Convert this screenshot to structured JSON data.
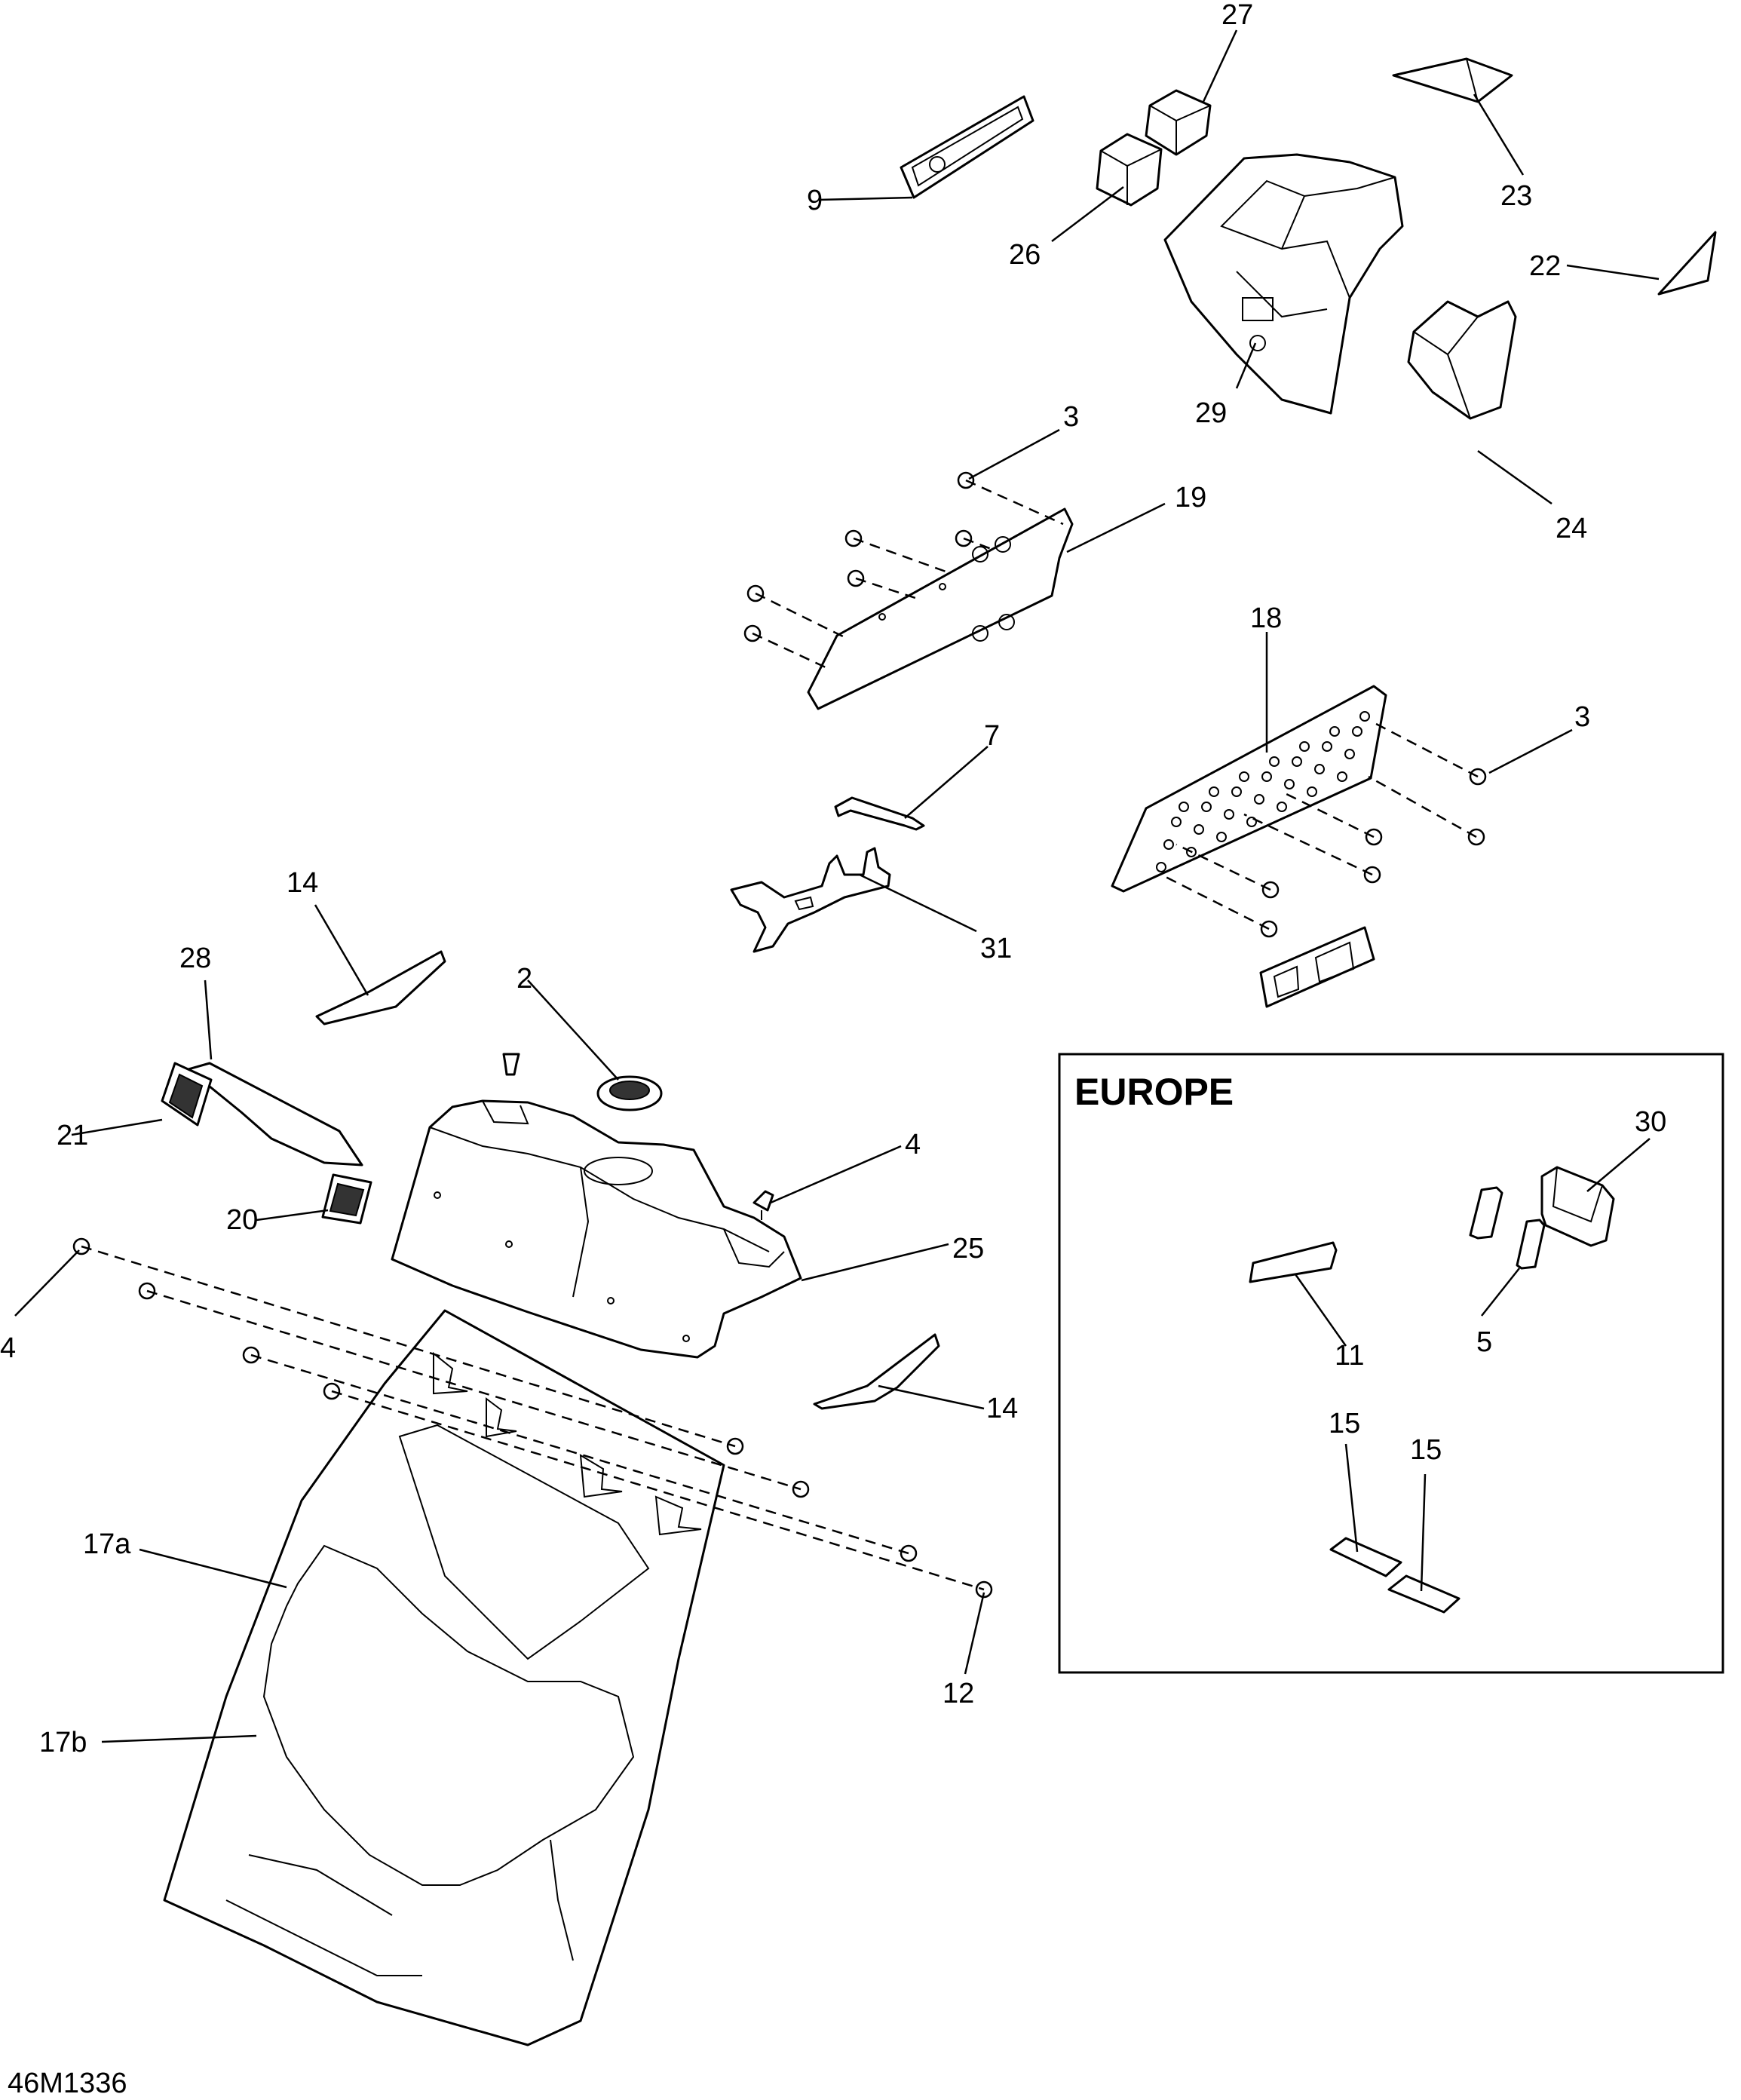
{
  "diagram": {
    "figure_code": "46M1336",
    "callouts": {
      "c27": "27",
      "c23": "23",
      "c9": "9",
      "c26": "26",
      "c22": "22",
      "c29": "29",
      "c24": "24",
      "c3a": "3",
      "c19": "19",
      "c18": "18",
      "c3b": "3",
      "c7": "7",
      "c31": "31",
      "c14a": "14",
      "c28": "28",
      "c2": "2",
      "c21": "21",
      "c4a": "4",
      "c20": "20",
      "c25": "25",
      "c4b": "4",
      "c14b": "14",
      "c17a": "17a",
      "c17b": "17b",
      "c12": "12"
    },
    "europe_box": {
      "title": "EUROPE",
      "callouts": {
        "c30": "30",
        "c11": "11",
        "c5": "5",
        "c15a": "15",
        "c15b": "15"
      }
    }
  }
}
